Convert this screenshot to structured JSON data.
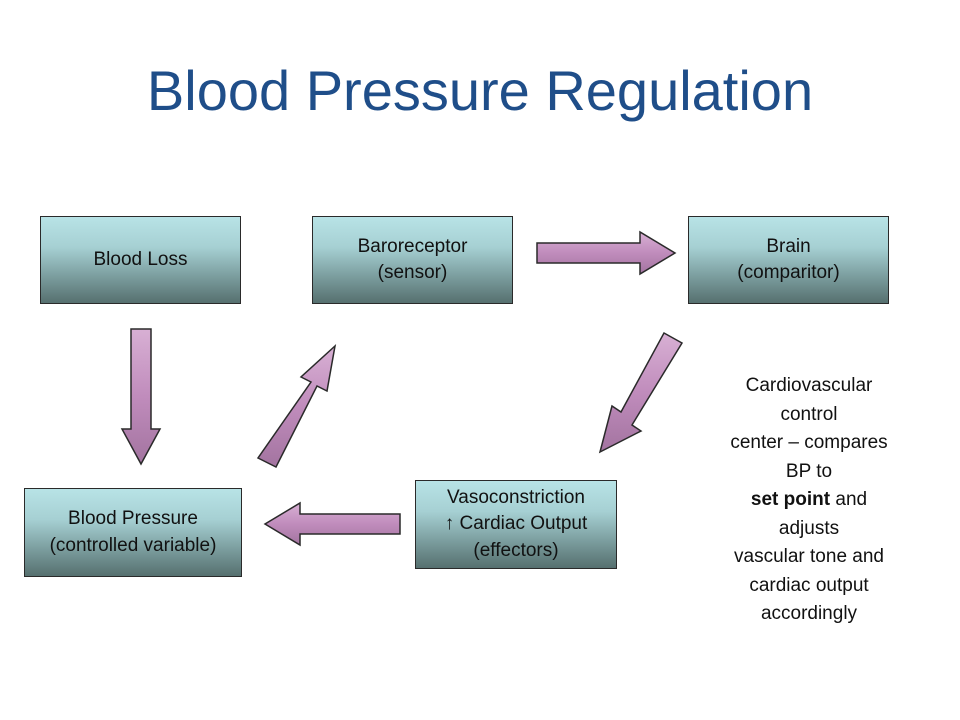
{
  "title": "Blood Pressure Regulation",
  "boxes": {
    "blood_loss": [
      "Blood Loss"
    ],
    "baroreceptor": [
      "Baroreceptor",
      "(sensor)"
    ],
    "brain": [
      "Brain",
      "(comparitor)"
    ],
    "blood_pressure": [
      "Blood Pressure",
      "(controlled variable)"
    ],
    "effectors": [
      "Vasoconstriction",
      "↑ Cardiac Output",
      "(effectors)"
    ]
  },
  "note": {
    "line1": "Cardiovascular",
    "line2": "control",
    "line3": "center – compares",
    "line4": "BP to",
    "line5_bold": "set point",
    "line5_rest": " and",
    "line6": "adjusts",
    "line7": "vascular tone and",
    "line8": "cardiac output",
    "line9": "accordingly"
  },
  "colors": {
    "title": "#1f4e89",
    "arrow_fill": "#c896c4",
    "arrow_stroke": "#2a2a2a"
  }
}
